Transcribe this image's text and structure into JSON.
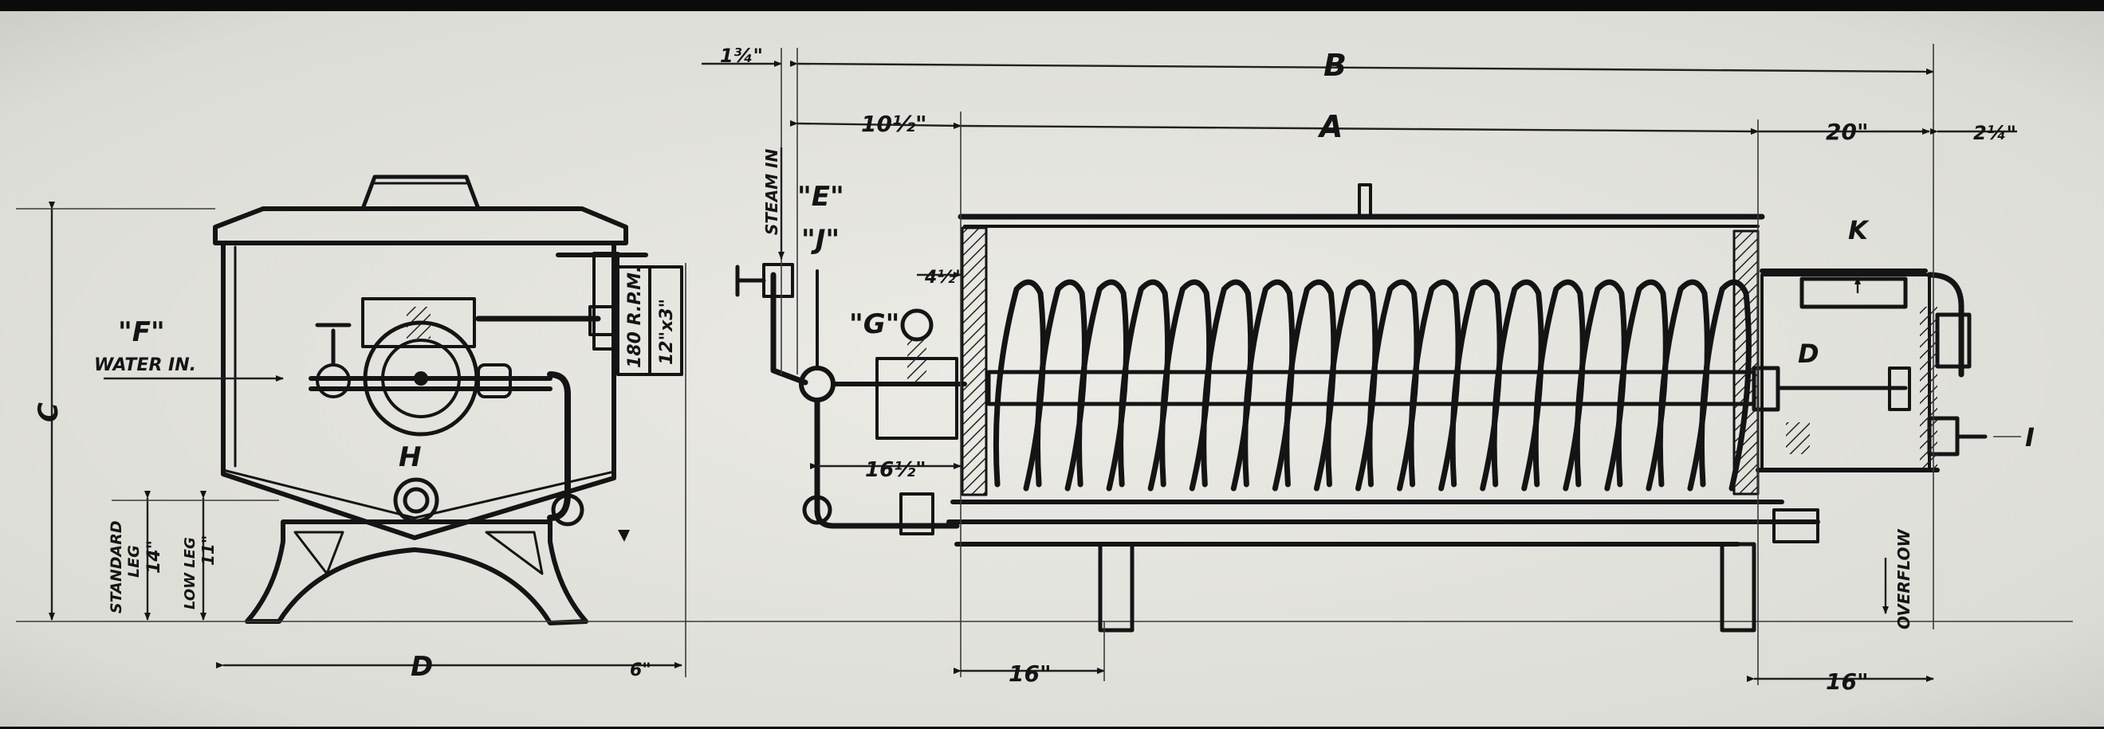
{
  "drawing": {
    "front_view": {
      "labels": {
        "water_in": "WATER IN.",
        "f": "\"F\"",
        "h": "H",
        "c": "C",
        "d": "D",
        "standard_leg_line1": "STANDARD",
        "standard_leg_line2": "LEG",
        "standard_leg_value": "14\"",
        "low_leg": "LOW LEG",
        "low_leg_value": "11\"",
        "rpm": "180 R.P.M.",
        "pulley": "12\"x3\"",
        "dim_bottom_right": "6\""
      }
    },
    "side_view": {
      "labels": {
        "a": "A",
        "b": "B",
        "e": "\"E\"",
        "j": "\"J\"",
        "g": "\"G\"",
        "k": "K",
        "i": "I",
        "d2": "D",
        "steam_in": "STEAM IN",
        "overflow": "OVERFLOW",
        "dim_left_1": "1¾\"",
        "dim_left_2": "10½\"",
        "dim_right_20": "20\"",
        "dim_right_2": "2¼\"",
        "dim_45": "4½\"",
        "dim_165": "16½\"",
        "dim_16_left": "16\"",
        "dim_16_right": "16\""
      }
    }
  }
}
